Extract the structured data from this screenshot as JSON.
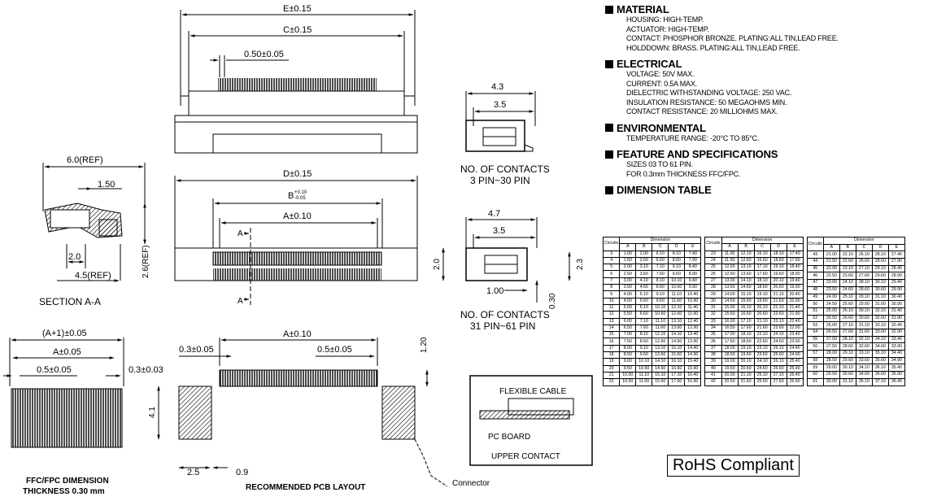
{
  "drawing": {
    "top_view": {
      "dim_e": "E±0.15",
      "dim_c": "C±0.15",
      "pitch": "0.50±0.05"
    },
    "side_view_3_30": {
      "dim_a": "4.3",
      "dim_b": "3.5",
      "caption1": "NO. OF CONTACTS",
      "caption2": "3 PIN~30 PIN"
    },
    "side_view_31_61": {
      "dim_a": "4.7",
      "dim_b": "3.5",
      "dim_c": "2.0",
      "dim_d": "2.3",
      "dim_e": "1.00",
      "dim_f": "0.30",
      "caption1": "NO. OF CONTACTS",
      "caption2": "31 PIN~61 PIN"
    },
    "front_view": {
      "dim_d": "D±0.15",
      "dim_b": "B",
      "dim_b_tol_top": "+0.10",
      "dim_b_tol_bot": "-0.05",
      "dim_a": "A±0.10",
      "cut": "A"
    },
    "section": {
      "ref_width": "6.0(REF)",
      "d1": "1.50",
      "d2": "2.0",
      "d3": "4.5(REF)",
      "height": "2.6(REF)",
      "label": "SECTION  A-A"
    },
    "ffc": {
      "w1": "(A+1)±0.05",
      "w2": "A±0.05",
      "pitch": "0.5±0.05",
      "edge": "0.3±0.03",
      "title1": "FFC/FPC DIMENSION",
      "title2": "THICKNESS 0.30 mm"
    },
    "pcb": {
      "a": "A±0.10",
      "pad": "0.3±0.05",
      "pitch": "0.5±0.05",
      "h1": "1.20",
      "h2": "4.1",
      "w1": "2.5",
      "w2": "0.9",
      "title": "RECOMMENDED PCB LAYOUT",
      "connector": "Connector"
    },
    "legend": {
      "cable": "FLEXIBLE CABLE",
      "board": "PC BOARD",
      "contact": "UPPER CONTACT"
    }
  },
  "specs": {
    "material": {
      "title": "MATERIAL",
      "lines": [
        "HOUSING: HIGH-TEMP.",
        "ACTUATOR: HIGH-TEMP.",
        "CONTACT: PHOSPHOR BRONZE. PLATING:ALL TIN,LEAD FREE.",
        "HOLDDOWN: BRASS. PLATING:ALL TIN,LEAD FREE."
      ]
    },
    "electrical": {
      "title": "ELECTRICAL",
      "lines": [
        "VOLTAGE: 50V MAX.",
        "CURRENT: 0.5A MAX.",
        "DIELECTRIC WITHSTANDING VOLTAGE: 250 VAC.",
        "INSULATION RESISTANCE: 50 MEGAOHMS MIN.",
        "CONTACT RESISTANCE: 20 MILLIOHMS MAX."
      ]
    },
    "environmental": {
      "title": "ENVIRONMENTAL",
      "lines": [
        "TEMPERATURE RANGE: -20°C TO 85°C."
      ]
    },
    "feature": {
      "title": "FEATURE AND SPECIFICATIONS",
      "lines": [
        "SIZES 03 TO 61 PIN.",
        "FOR 0.3mm THICKNESS FFC/FPC."
      ]
    },
    "dimension_table": {
      "title": "DIMENSION TABLE"
    }
  },
  "dim_table": {
    "headers": {
      "circuits": "Circuits",
      "dimension": "Dimension",
      "cols": [
        "A",
        "B",
        "C",
        "D",
        "E"
      ]
    },
    "groups": [
      [
        [
          "3",
          "1.00",
          "2.00",
          "6.10",
          "8.10",
          "7.40"
        ],
        [
          "4",
          "1.50",
          "2.60",
          "6.60",
          "8.60",
          "7.90"
        ],
        [
          "5",
          "2.00",
          "3.10",
          "7.10",
          "9.10",
          "8.40"
        ],
        [
          "6",
          "2.50",
          "3.60",
          "7.60",
          "9.60",
          "8.90"
        ],
        [
          "7",
          "3.00",
          "4.10",
          "8.10",
          "10.10",
          "9.40"
        ],
        [
          "8",
          "3.50",
          "4.60",
          "8.60",
          "10.60",
          "9.90"
        ],
        [
          "9",
          "4.00",
          "5.10",
          "9.10",
          "11.10",
          "10.40"
        ],
        [
          "10",
          "4.50",
          "5.60",
          "9.60",
          "11.60",
          "10.90"
        ],
        [
          "11",
          "5.00",
          "6.10",
          "10.10",
          "12.10",
          "11.40"
        ],
        [
          "12",
          "5.50",
          "6.60",
          "10.60",
          "12.60",
          "11.90"
        ],
        [
          "13",
          "6.00",
          "7.10",
          "11.10",
          "13.10",
          "12.40"
        ],
        [
          "14",
          "6.50",
          "7.60",
          "11.60",
          "13.60",
          "12.90"
        ],
        [
          "15",
          "7.00",
          "8.10",
          "12.10",
          "14.10",
          "13.40"
        ],
        [
          "16",
          "7.50",
          "8.60",
          "12.60",
          "14.60",
          "13.90"
        ],
        [
          "17",
          "8.00",
          "9.10",
          "13.10",
          "15.10",
          "14.40"
        ],
        [
          "18",
          "8.50",
          "9.60",
          "13.60",
          "15.60",
          "14.90"
        ],
        [
          "19",
          "9.00",
          "10.10",
          "14.10",
          "16.10",
          "15.40"
        ],
        [
          "20",
          "9.50",
          "10.60",
          "14.60",
          "16.60",
          "15.90"
        ],
        [
          "21",
          "10.00",
          "11.10",
          "15.10",
          "17.10",
          "16.40"
        ],
        [
          "22",
          "10.50",
          "11.60",
          "15.60",
          "17.60",
          "16.90"
        ]
      ],
      [
        [
          "23",
          "11.00",
          "12.10",
          "16.10",
          "18.10",
          "17.40"
        ],
        [
          "24",
          "11.50",
          "12.60",
          "16.60",
          "18.60",
          "17.90"
        ],
        [
          "25",
          "12.00",
          "13.10",
          "17.10",
          "19.10",
          "18.40"
        ],
        [
          "26",
          "12.50",
          "13.60",
          "17.60",
          "19.60",
          "18.90"
        ],
        [
          "27",
          "13.00",
          "14.10",
          "18.10",
          "20.10",
          "19.40"
        ],
        [
          "28",
          "13.50",
          "14.60",
          "18.60",
          "20.60",
          "19.90"
        ],
        [
          "29",
          "14.00",
          "15.10",
          "19.10",
          "21.10",
          "20.40"
        ],
        [
          "30",
          "14.50",
          "15.60",
          "19.60",
          "21.60",
          "20.90"
        ],
        [
          "31",
          "15.00",
          "16.10",
          "20.10",
          "22.10",
          "21.40"
        ],
        [
          "32",
          "15.50",
          "16.60",
          "20.60",
          "22.60",
          "21.90"
        ],
        [
          "33",
          "16.00",
          "17.10",
          "21.10",
          "23.10",
          "22.40"
        ],
        [
          "34",
          "16.50",
          "17.60",
          "21.60",
          "23.60",
          "22.90"
        ],
        [
          "35",
          "17.00",
          "18.10",
          "22.10",
          "24.10",
          "23.40"
        ],
        [
          "36",
          "17.50",
          "18.60",
          "22.60",
          "24.60",
          "23.90"
        ],
        [
          "37",
          "18.00",
          "19.10",
          "23.10",
          "25.10",
          "24.40"
        ],
        [
          "38",
          "18.50",
          "19.60",
          "23.60",
          "25.60",
          "24.90"
        ],
        [
          "39",
          "19.00",
          "20.10",
          "24.10",
          "26.10",
          "25.40"
        ],
        [
          "40",
          "19.50",
          "20.60",
          "24.60",
          "26.60",
          "25.90"
        ],
        [
          "41",
          "20.00",
          "21.10",
          "25.10",
          "27.10",
          "26.40"
        ],
        [
          "42",
          "20.50",
          "21.60",
          "25.60",
          "27.60",
          "26.90"
        ]
      ],
      [
        [
          "43",
          "21.00",
          "22.10",
          "26.10",
          "28.10",
          "27.40"
        ],
        [
          "44",
          "21.50",
          "22.60",
          "26.60",
          "28.60",
          "27.90"
        ],
        [
          "45",
          "22.00",
          "23.10",
          "27.10",
          "29.10",
          "28.40"
        ],
        [
          "46",
          "22.50",
          "23.60",
          "27.60",
          "29.60",
          "28.90"
        ],
        [
          "47",
          "23.00",
          "24.10",
          "28.10",
          "30.10",
          "29.40"
        ],
        [
          "48",
          "23.50",
          "24.60",
          "28.60",
          "30.60",
          "29.90"
        ],
        [
          "49",
          "24.00",
          "25.10",
          "29.10",
          "31.10",
          "30.40"
        ],
        [
          "50",
          "24.50",
          "25.60",
          "29.60",
          "31.60",
          "30.90"
        ],
        [
          "51",
          "25.00",
          "26.10",
          "30.10",
          "32.10",
          "31.40"
        ],
        [
          "52",
          "25.50",
          "26.60",
          "30.60",
          "32.60",
          "31.90"
        ],
        [
          "53",
          "26.00",
          "27.10",
          "31.10",
          "33.10",
          "32.40"
        ],
        [
          "54",
          "26.50",
          "27.60",
          "31.60",
          "33.60",
          "32.90"
        ],
        [
          "55",
          "27.00",
          "28.10",
          "32.10",
          "34.10",
          "33.40"
        ],
        [
          "56",
          "27.50",
          "28.60",
          "32.60",
          "34.60",
          "33.90"
        ],
        [
          "57",
          "28.00",
          "29.10",
          "33.10",
          "35.10",
          "34.40"
        ],
        [
          "58",
          "28.50",
          "29.60",
          "33.60",
          "35.60",
          "34.90"
        ],
        [
          "59",
          "29.00",
          "30.10",
          "34.10",
          "36.10",
          "35.40"
        ],
        [
          "60",
          "29.50",
          "30.60",
          "34.60",
          "36.60",
          "35.90"
        ],
        [
          "61",
          "30.00",
          "31.10",
          "35.10",
          "37.10",
          "36.40"
        ]
      ]
    ]
  },
  "rohs": "RoHS Compliant"
}
